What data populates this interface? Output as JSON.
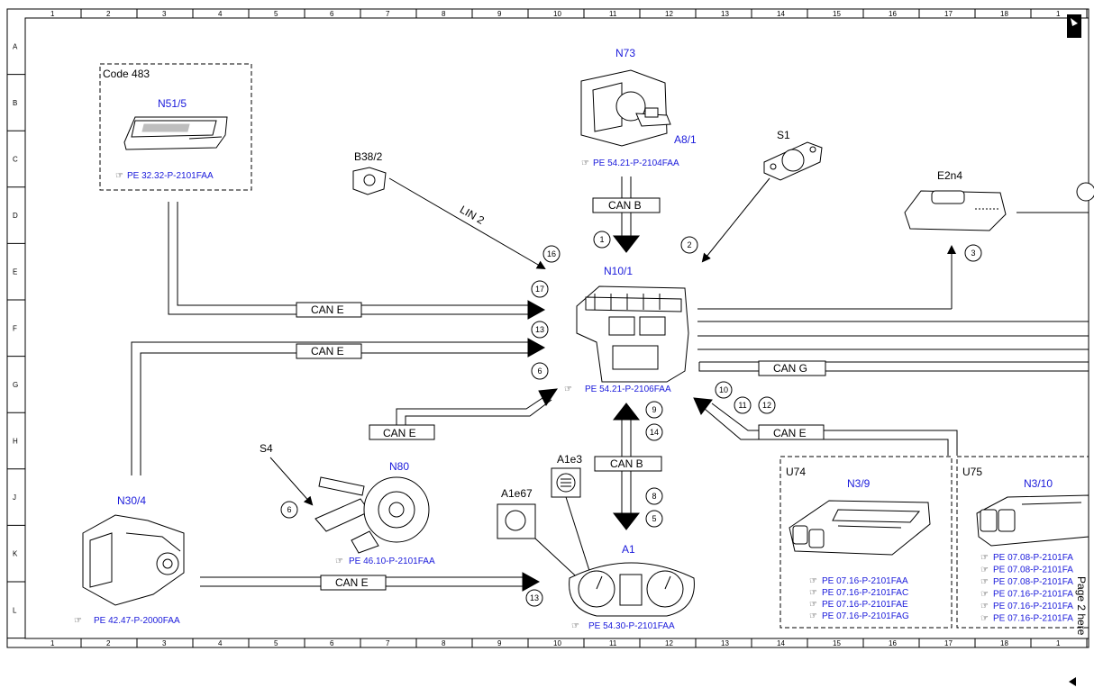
{
  "columns": [
    "1",
    "2",
    "3",
    "4",
    "5",
    "6",
    "7",
    "8",
    "9",
    "10",
    "11",
    "12",
    "13",
    "14",
    "15",
    "16",
    "17",
    "18",
    "1"
  ],
  "rows": [
    "A",
    "B",
    "C",
    "D",
    "E",
    "F",
    "G",
    "H",
    "J",
    "K",
    "L"
  ],
  "optional_box_label": "Code 483",
  "components": {
    "n51_5": {
      "label": "N51/5",
      "ref": "PE 32.32-P-2101FAA"
    },
    "n73": {
      "label": "N73",
      "sublabel": "A8/1",
      "ref": "PE 54.21-P-2104FAA"
    },
    "s1": {
      "label": "S1"
    },
    "b38_2": {
      "label": "B38/2"
    },
    "e2n4": {
      "label": "E2n4"
    },
    "n10_1": {
      "label": "N10/1",
      "ref": "PE 54.21-P-2106FAA"
    },
    "s4": {
      "label": "S4"
    },
    "n80": {
      "label": "N80",
      "ref": "PE 46.10-P-2101FAA"
    },
    "n30_4": {
      "label": "N30/4",
      "ref": "PE 42.47-P-2000FAA"
    },
    "a1": {
      "label": "A1",
      "ref": "PE 54.30-P-2101FAA"
    },
    "a1e3": {
      "label": "A1e3"
    },
    "a1e67": {
      "label": "A1e67"
    },
    "u74": {
      "label": "U74",
      "sublabel": "N3/9",
      "refs": [
        "PE 07.16-P-2101FAA",
        "PE 07.16-P-2101FAC",
        "PE 07.16-P-2101FAE",
        "PE 07.16-P-2101FAG"
      ]
    },
    "u75": {
      "label": "U75",
      "sublabel": "N3/10",
      "refs": [
        "PE 07.08-P-2101FA",
        "PE 07.08-P-2101FA",
        "PE 07.08-P-2101FA",
        "PE 07.16-P-2101FA",
        "PE 07.16-P-2101FA",
        "PE 07.16-P-2101FA"
      ]
    }
  },
  "bus_labels": {
    "can_b_top": "CAN B",
    "lin2": "LIN 2",
    "can_e_1": "CAN E",
    "can_e_2": "CAN E",
    "can_e_n80": "CAN E",
    "can_b_bottom": "CAN B",
    "can_g": "CAN G",
    "can_e_right": "CAN E",
    "can_e_bottom": "CAN E"
  },
  "circle_numbers": {
    "c1": "1",
    "c2": "2",
    "c3": "3",
    "c16": "16",
    "c17": "17",
    "c13a": "13",
    "c6a": "6",
    "c9": "9",
    "c14": "14",
    "c10": "10",
    "c11": "11",
    "c12": "12",
    "c8": "8",
    "c5": "5",
    "c6b": "6",
    "c13b": "13"
  },
  "side_note": "Page 2 here"
}
